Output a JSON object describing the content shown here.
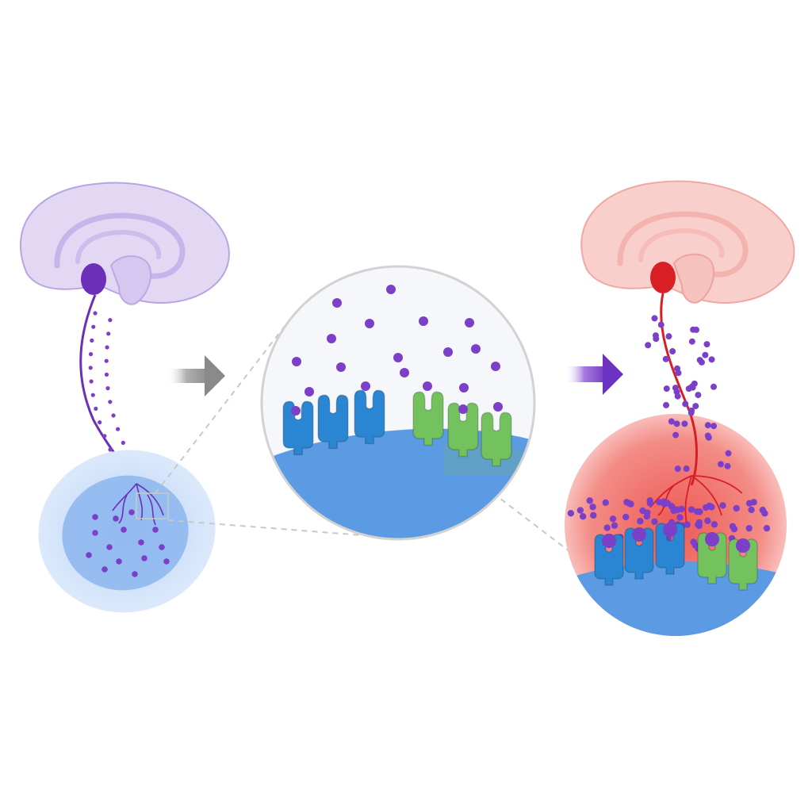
{
  "diagram": {
    "panels": [
      {
        "id": "baseline",
        "state": "low release",
        "neuron_color": "#6b2fb8",
        "brain_color": "#d9cdf0",
        "target_color": "#7fb0ec"
      },
      {
        "id": "synapse_zoom",
        "state": "magnified synapse",
        "membrane_color": "#5b9be3"
      },
      {
        "id": "elevated",
        "state": "high release",
        "neuron_color": "#d81f26",
        "brain_color": "#f6c4c2",
        "target_color": "#f2837e"
      }
    ],
    "arrows": [
      {
        "id": "arrow-1",
        "color": "#8f8f8f"
      },
      {
        "id": "arrow-2",
        "color": "#7a3fc9"
      }
    ],
    "receptor_types": [
      {
        "id": "receptor-a",
        "color": "#2a86d2",
        "count_zoom": 3,
        "count_elevated": 3
      },
      {
        "id": "receptor-b",
        "color": "#73c25e",
        "count_zoom": 3,
        "count_elevated": 2
      }
    ],
    "molecule_color": "#7b3fc8",
    "counts": {
      "molecules_baseline_target": 15,
      "molecules_zoom_cleft": 20,
      "molecules_elevated_cloud": 70
    }
  }
}
